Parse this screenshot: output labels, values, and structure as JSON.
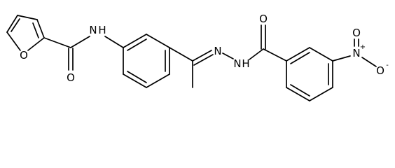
{
  "molecule": {
    "atom_labels": {
      "furan_oxygen": "O",
      "amide_carbonyl_oxygen": "O",
      "amide_nh": "N",
      "amide_h": "H",
      "hydrazone_n1": "N",
      "hydrazone_n2": "N",
      "hydrazide_h": "H",
      "hydrazide_carbonyl_oxygen": "O",
      "nitro_n": "N",
      "nitro_plus": "+",
      "nitro_o_double": "O",
      "nitro_o_single": "O",
      "nitro_minus": "-"
    }
  }
}
